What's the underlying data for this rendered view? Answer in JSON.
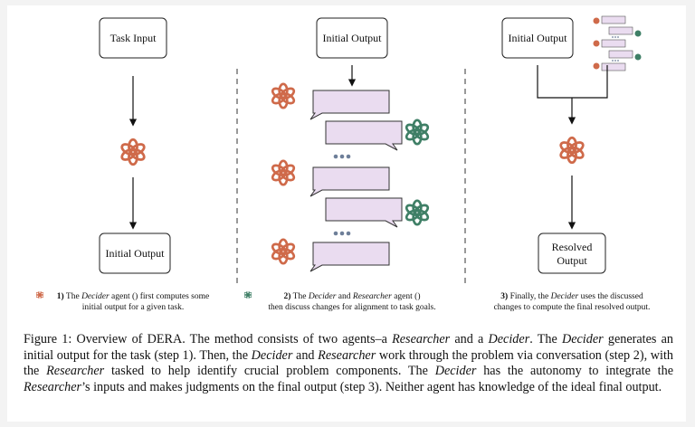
{
  "colors": {
    "decider": "#cf6a4a",
    "researcher": "#3f7f66",
    "bubble_fill": "#eadcf0",
    "bubble_stroke": "#333333",
    "dots": "#6e7f99"
  },
  "icons": {
    "decider": "openai-logo-icon",
    "researcher": "openai-logo-icon"
  },
  "panel1": {
    "top_box": "Task Input",
    "bottom_box": "Initial Output",
    "caption": {
      "step": "1)",
      "pre": "The",
      "agent": "Decider",
      "mid": "agent (",
      "post": ") first computes some",
      "line2": "initial output for a given task."
    }
  },
  "panel2": {
    "top_box": "Initial Output",
    "caption": {
      "step": "2)",
      "pre": "The",
      "agent1": "Decider",
      "and": "and",
      "agent2": "Researcher",
      "mid": "agent (",
      "post": ")",
      "line2": "then discuss changes for alignment to task goals."
    }
  },
  "panel3": {
    "top_box": "Initial Output",
    "bottom_box_line1": "Resolved",
    "bottom_box_line2": "Output",
    "caption": {
      "step": "3)",
      "pre": "Finally, the",
      "agent": "Decider",
      "post": "uses the discussed",
      "line2": "changes to compute the final resolved output."
    }
  },
  "figure_caption": {
    "label": "Figure 1:",
    "t1": "Overview of DERA. The method consists of two agents–a",
    "researcher": "Researcher",
    "t2": "and a",
    "decider": "Decider",
    "t3": ". The",
    "t4": "generates an initial output for the task (step 1). Then, the",
    "t5": "and",
    "t6": "work through the problem via conversation (step 2), with the",
    "t7": "tasked to help identify crucial problem components. The",
    "t8": "has the autonomy to integrate the",
    "t9": "’s inputs and makes judgments on the final output (step 3). Neither agent has knowledge of the ideal final output."
  }
}
